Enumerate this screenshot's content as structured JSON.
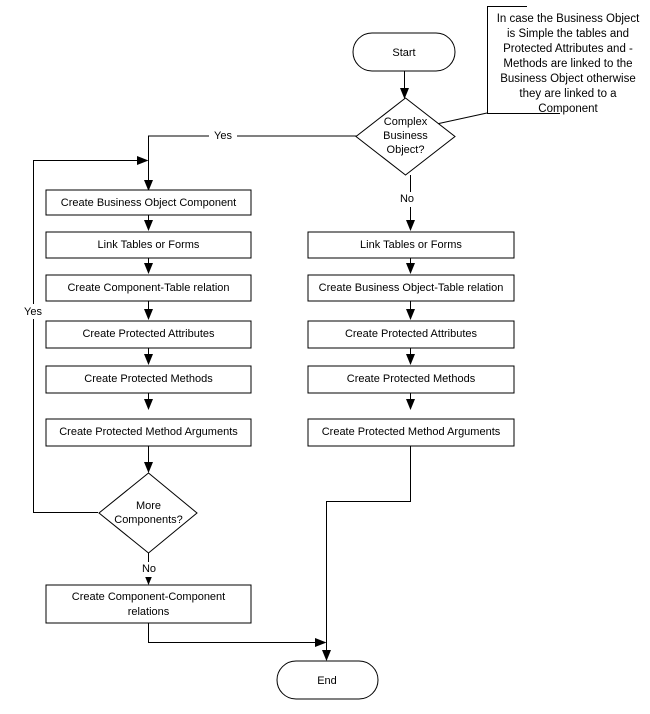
{
  "diagram": {
    "title": "Business Object Creation Flowchart",
    "background_color": "#ffffff",
    "line_color": "#000000",
    "shape_fill": "#ffffff"
  },
  "nodes": {
    "start": {
      "label": "Start",
      "type": "terminator"
    },
    "decision_complex": {
      "label_line1": "Complex",
      "label_line2": "Business",
      "label_line3": "Object?",
      "type": "decision"
    },
    "left_1": {
      "label": "Create Business Object Component",
      "type": "process"
    },
    "left_2": {
      "label": "Link Tables or Forms",
      "type": "process"
    },
    "left_3": {
      "label": "Create Component-Table relation",
      "type": "process"
    },
    "left_4": {
      "label": "Create Protected Attributes",
      "type": "process"
    },
    "left_5": {
      "label": "Create Protected Methods",
      "type": "process"
    },
    "left_6": {
      "label": "Create Protected Method Arguments",
      "type": "process"
    },
    "decision_more": {
      "label_line1": "More",
      "label_line2": "Components?",
      "type": "decision"
    },
    "left_7": {
      "label_line1": "Create Component-Component",
      "label_line2": "relations",
      "type": "process"
    },
    "right_1": {
      "label": "Link Tables or Forms",
      "type": "process"
    },
    "right_2": {
      "label": "Create Business Object-Table relation",
      "type": "process"
    },
    "right_3": {
      "label": "Create Protected Attributes",
      "type": "process"
    },
    "right_4": {
      "label": "Create Protected Methods",
      "type": "process"
    },
    "right_5": {
      "label": "Create Protected Method Arguments",
      "type": "process"
    },
    "end": {
      "label": "End",
      "type": "terminator"
    }
  },
  "edge_labels": {
    "complex_yes": "Yes",
    "complex_no": "No",
    "more_yes": "Yes",
    "more_no": "No"
  },
  "note": {
    "line1": "In case the Business Object",
    "line2": "is Simple the tables and",
    "line3": "Protected Attributes and -",
    "line4": "Methods are linked to the",
    "line5": "Business Object otherwise",
    "line6": "they are linked to a",
    "line7": "Component"
  }
}
